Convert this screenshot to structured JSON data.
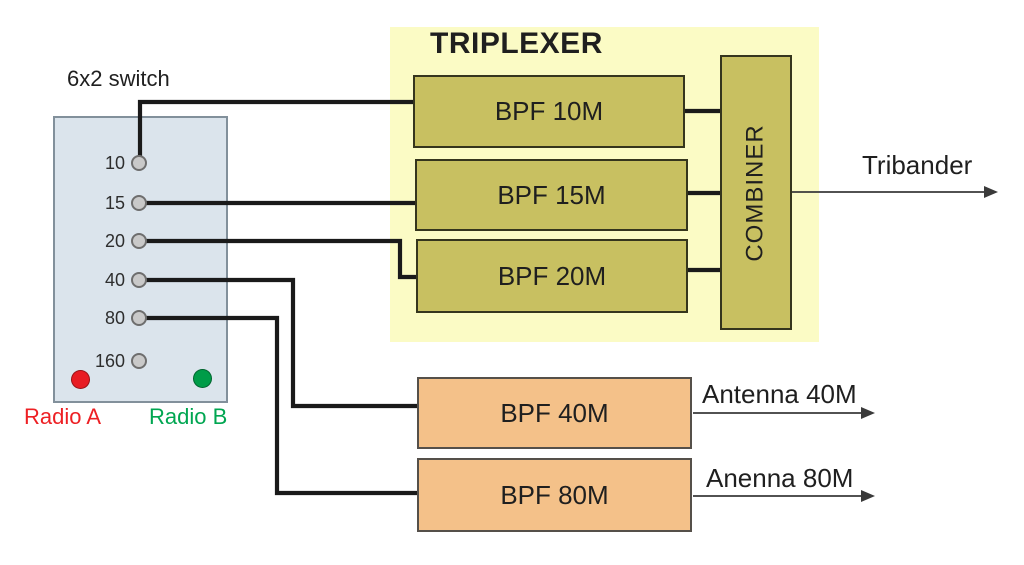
{
  "switch": {
    "title": "6x2 switch",
    "ports": [
      "10",
      "15",
      "20",
      "40",
      "80",
      "160"
    ],
    "radio_a": "Radio A",
    "radio_b": "Radio B"
  },
  "triplexer": {
    "title": "TRIPLEXER",
    "filters": [
      "BPF 10M",
      "BPF 15M",
      "BPF 20M"
    ],
    "combiner": "COMBINER",
    "output": "Tribander"
  },
  "lowband": {
    "filters": [
      "BPF 40M",
      "BPF 80M"
    ],
    "outputs": [
      "Antenna 40M",
      "Anenna 80M"
    ]
  },
  "colors": {
    "switch_fill": "#dbe4ec",
    "switch_border": "#82909b",
    "triplexer_bg": "#fbfbc5",
    "filter_fill": "#c8c061",
    "filter_border": "#35351d",
    "lowband_fill": "#f4c189",
    "lowband_border": "#55504a",
    "wire": "#1a1a1a",
    "arrow": "#3a3a3a",
    "port_fill": "#c9c9c9",
    "port_border": "#6e6e6e",
    "led_red": "#e81c23",
    "led_green": "#009c48",
    "radio_a_text": "#ed2024",
    "radio_b_text": "#00a651"
  }
}
